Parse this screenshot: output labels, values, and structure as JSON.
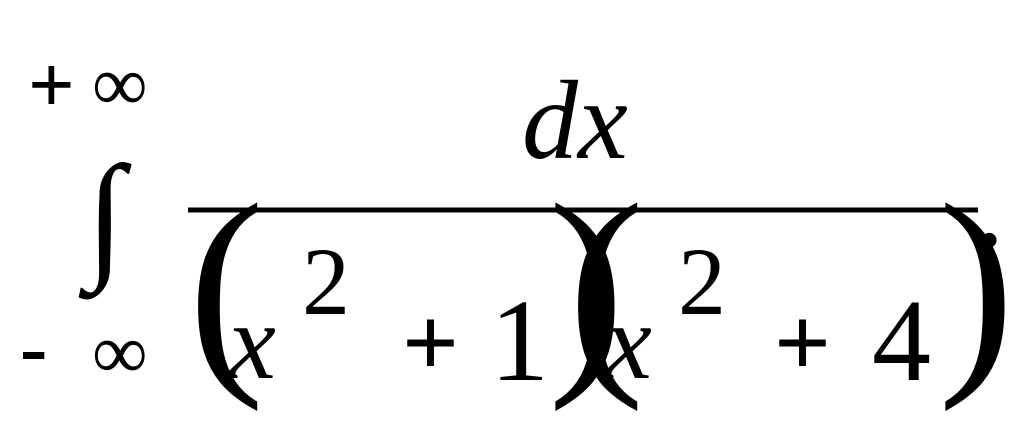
{
  "integral": {
    "sign": "∫",
    "upper_sign": "+",
    "upper_symbol": "∞",
    "lower_sign": "-",
    "lower_symbol": "∞"
  },
  "numerator": "dx",
  "denominator": {
    "factor1": {
      "open_paren": "(",
      "variable": "x",
      "exponent": "2",
      "operator": "+",
      "constant": "1",
      "close_paren": ")"
    },
    "factor2": {
      "open_paren": "(",
      "variable": "x",
      "exponent": "2",
      "operator": "+",
      "constant": "4",
      "close_paren": ")"
    }
  },
  "trailing_punctuation": "."
}
